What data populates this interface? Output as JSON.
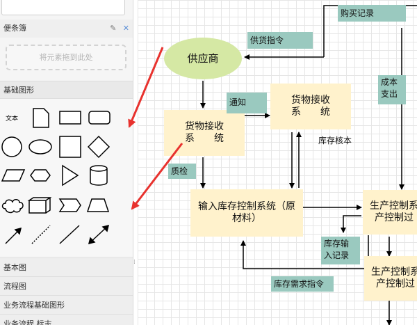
{
  "sidebar": {
    "scratchpad_title": "便条簿",
    "scratchpad_drop_text": "将元素拖到此处",
    "basic_shapes_title": "基础图形",
    "text_shape_label": "文本",
    "icons": [
      "pencil-icon",
      "close-icon"
    ],
    "bottom_sections": [
      "基本图",
      "流程图",
      "业务流程基础图形",
      "业务流程 标志"
    ]
  },
  "diagram": {
    "nodes": {
      "supplier": "供应商",
      "goods_receive_1": "货物接收\n系　　统",
      "goods_receive_2": "货物接收\n系　　统",
      "inventory_control": "输入库存控制系统（原\n材料）",
      "production_control_1": "生产控制系\n产控制过",
      "production_control_2": "生产控制系\n产控制过"
    },
    "labels": {
      "purchase_record": "购买记录",
      "supply_order": "供货指令",
      "notify": "通知",
      "cost_expense": "成本\n支出",
      "inventory_check": "库存核本",
      "quality_check": "质检",
      "inventory_input_record": "库存输\n入记录",
      "inventory_demand_order": "库存需求指令"
    }
  },
  "colors": {
    "node_fill": "#fff2cc",
    "ellipse_fill": "#d5e8a4",
    "label_fill": "#9ac9bf",
    "annotation_red": "#e8322e"
  }
}
